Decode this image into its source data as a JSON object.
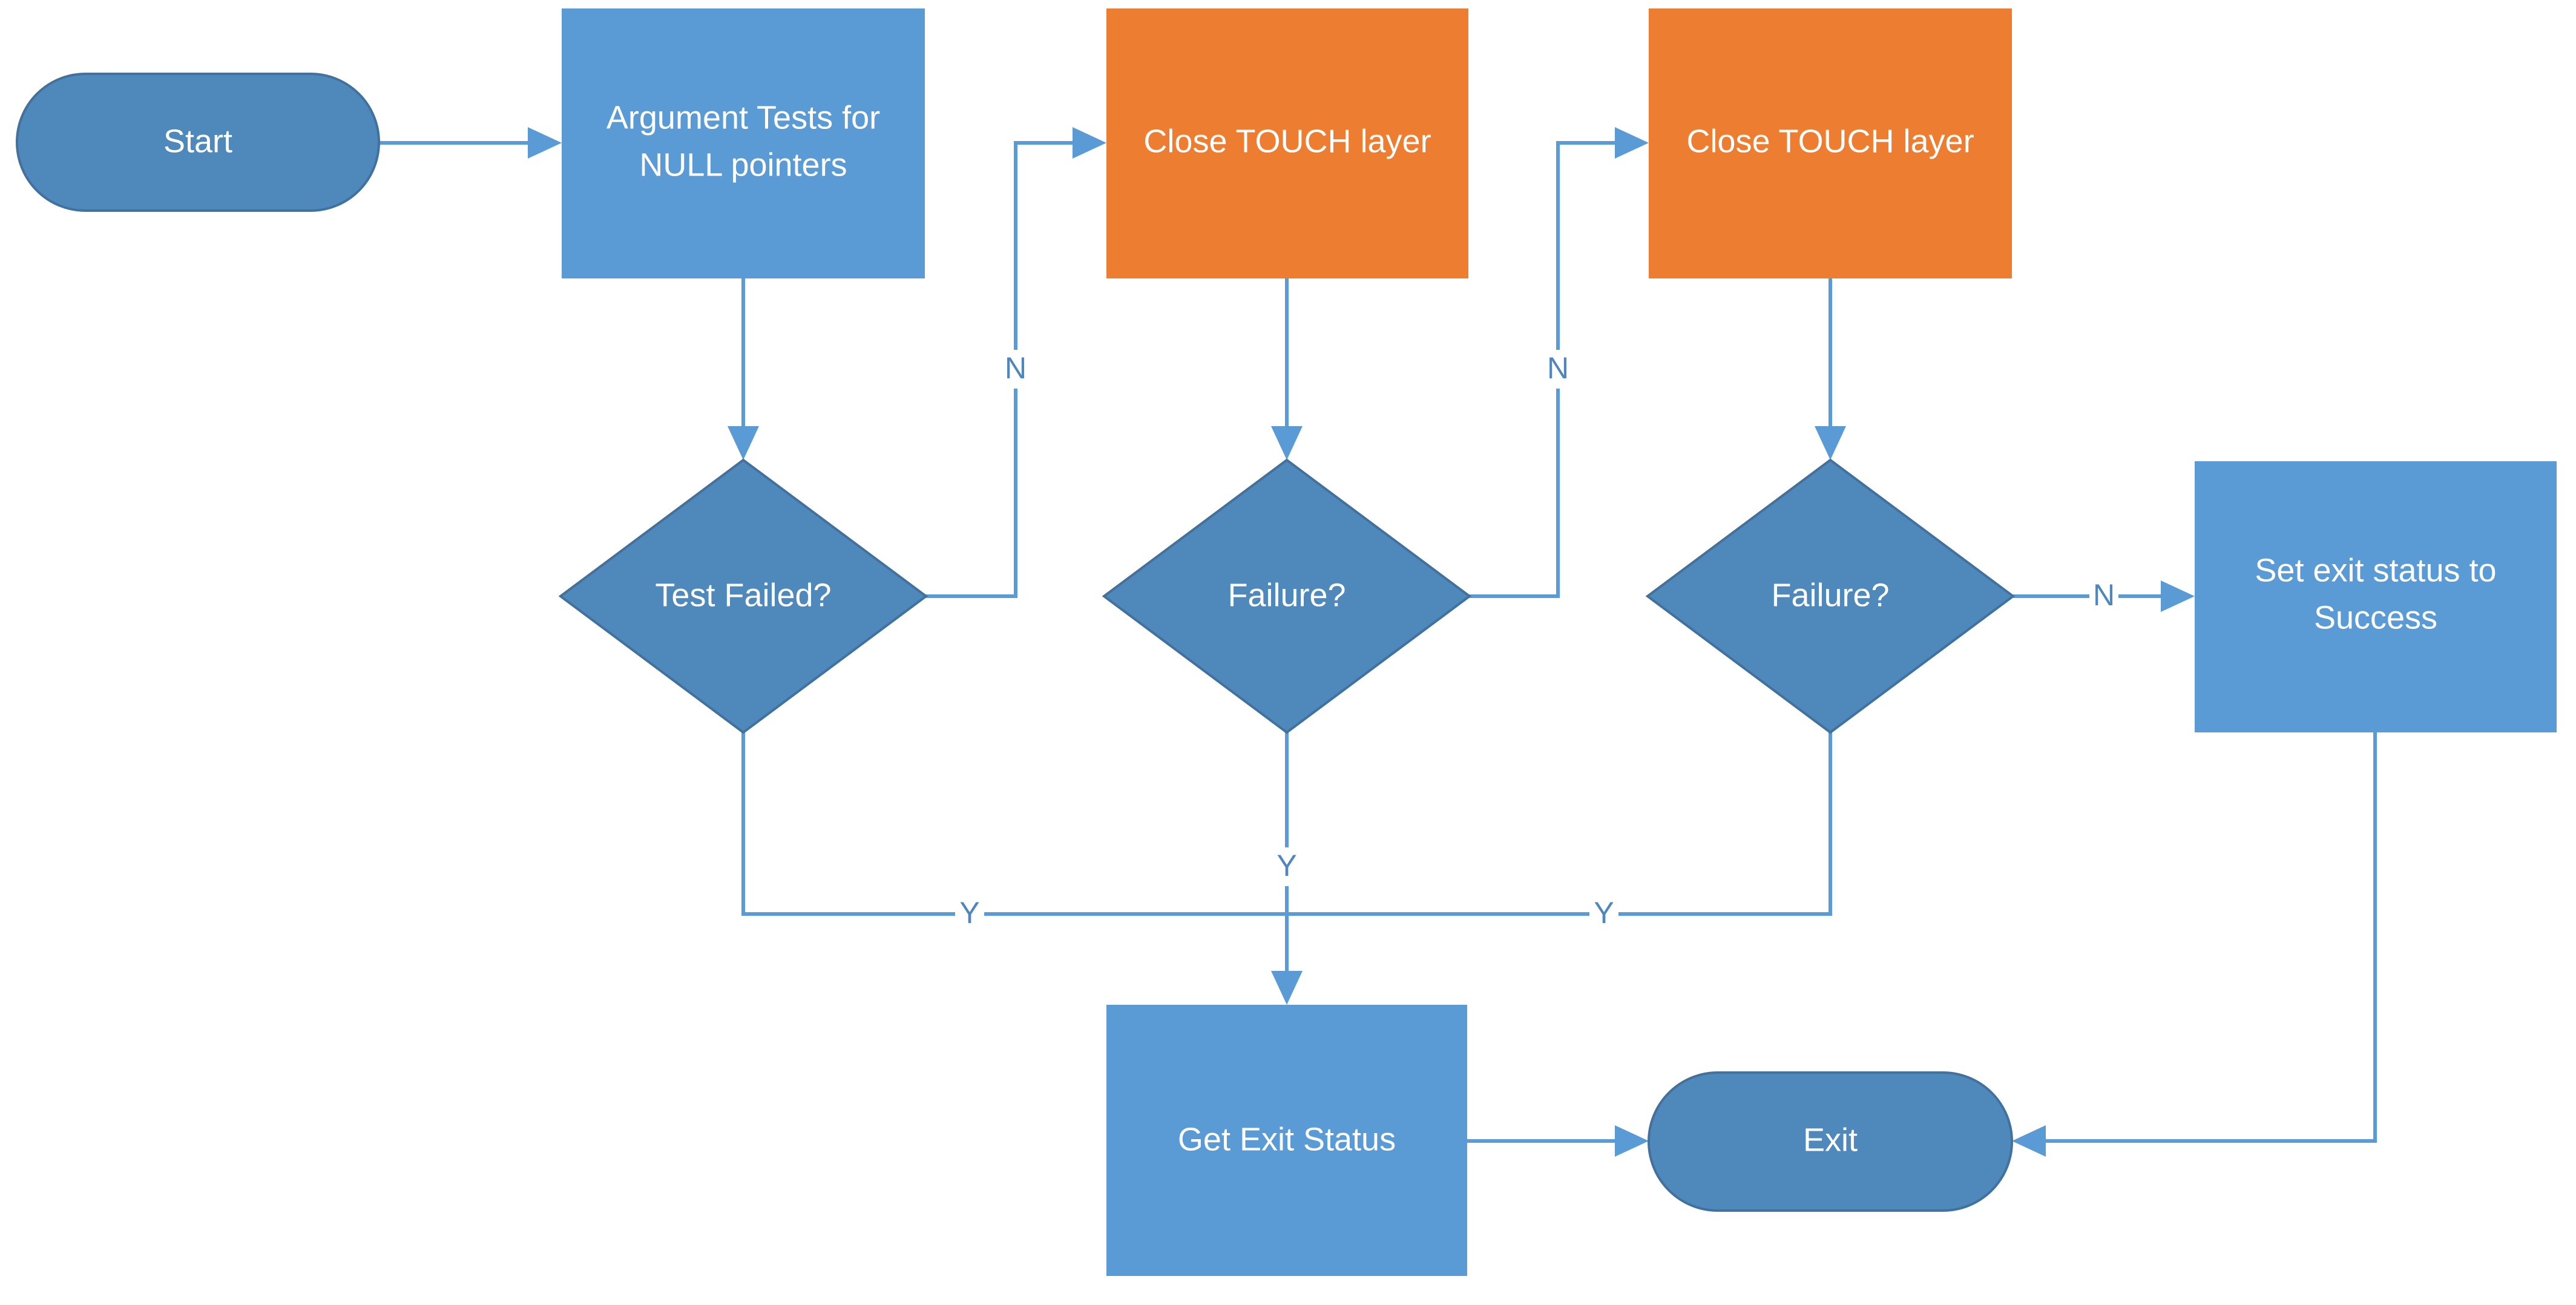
{
  "diagram": {
    "type": "flowchart",
    "colors": {
      "process": "#5b9bd5",
      "action": "#ed7d31",
      "decision": "#4f88bb",
      "terminal": "#4f88bb",
      "connector": "#5b9bd5",
      "edge_label": "#4e86bd",
      "text": "#ffffff"
    },
    "nodes": {
      "start": {
        "label": "Start",
        "shape": "terminal"
      },
      "argument_tests": {
        "label_lines": [
          "Argument Tests for",
          "NULL pointers"
        ],
        "shape": "process"
      },
      "close_touch_1": {
        "label": "Close TOUCH layer",
        "shape": "action"
      },
      "close_touch_2": {
        "label": "Close TOUCH layer",
        "shape": "action"
      },
      "test_failed": {
        "label": "Test Failed?",
        "shape": "decision"
      },
      "failure_1": {
        "label": "Failure?",
        "shape": "decision"
      },
      "failure_2": {
        "label": "Failure?",
        "shape": "decision"
      },
      "set_exit_success": {
        "label_lines": [
          "Set exit status to",
          "Success"
        ],
        "shape": "process"
      },
      "get_exit_status": {
        "label": "Get Exit Status",
        "shape": "process"
      },
      "exit": {
        "label": "Exit",
        "shape": "terminal"
      }
    },
    "edges": [
      {
        "from": "start",
        "to": "argument_tests",
        "label": ""
      },
      {
        "from": "argument_tests",
        "to": "test_failed",
        "label": ""
      },
      {
        "from": "test_failed",
        "to": "close_touch_1",
        "label": "N"
      },
      {
        "from": "close_touch_1",
        "to": "failure_1",
        "label": ""
      },
      {
        "from": "failure_1",
        "to": "close_touch_2",
        "label": "N"
      },
      {
        "from": "close_touch_2",
        "to": "failure_2",
        "label": ""
      },
      {
        "from": "failure_2",
        "to": "set_exit_success",
        "label": "N"
      },
      {
        "from": "test_failed",
        "to": "get_exit_status",
        "label": "Y"
      },
      {
        "from": "failure_1",
        "to": "get_exit_status",
        "label": "Y"
      },
      {
        "from": "failure_2",
        "to": "get_exit_status",
        "label": "Y"
      },
      {
        "from": "get_exit_status",
        "to": "exit",
        "label": ""
      },
      {
        "from": "set_exit_success",
        "to": "exit",
        "label": ""
      }
    ]
  }
}
